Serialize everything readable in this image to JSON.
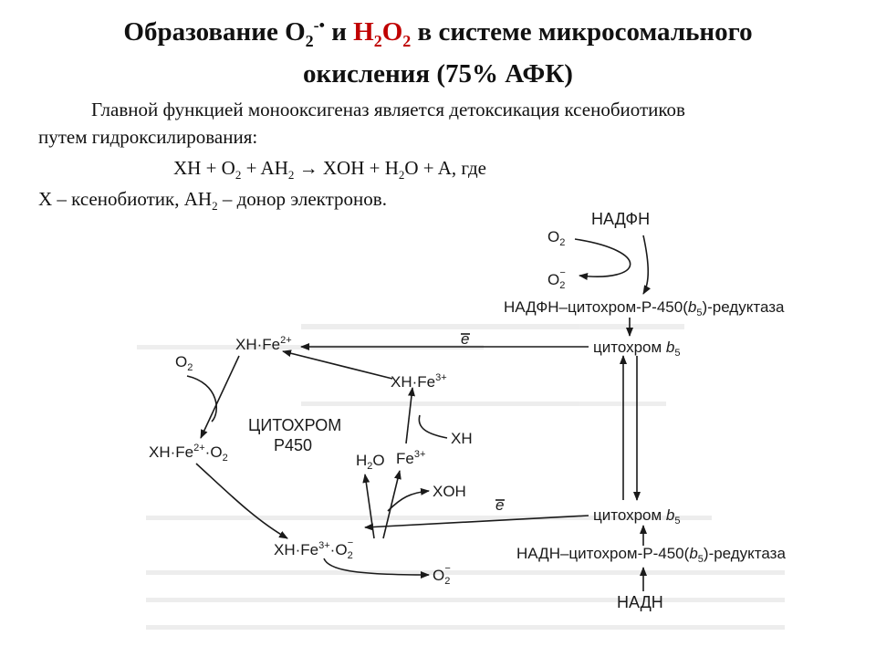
{
  "slide": {
    "title": {
      "part1": "Образование O",
      "o2_sub": "2",
      "o2_sup": "-•",
      "part2": " и ",
      "h2o2_h": "H",
      "h2o2_sub1": "2",
      "h2o2_o": "O",
      "h2o2_sub2": "2",
      "part3": " в  системе микросомального",
      "line2": "окисления (75% АФК)"
    },
    "intro": {
      "line1": "Главной функцией монооксигеназ является детоксикация ксенобиотиков",
      "line2": "путем гидроксилирования:"
    },
    "equation": {
      "p1": "XH + O",
      "s1": "2",
      "p2": " + AH",
      "s2": "2",
      "p3": " → XOH + H",
      "s3": "2",
      "p4": "O + A, где"
    },
    "legend_line": {
      "p1": "X – ксенобиотик, AH",
      "s1": "2",
      "p2": " – донор электронов."
    }
  },
  "diagram": {
    "nadph": "НАДФН",
    "o2_top": "O",
    "o2_top_sub": "2",
    "o2_super_top": "O",
    "o2_super_top_sub": "2",
    "o2_super_top_sup": "−",
    "nadph_reductase": "НАДФН–цитохром-Р-450(",
    "nadph_reductase_b": "b",
    "nadph_reductase_b_sub": "5",
    "nadph_reductase_end": ")-редуктаза",
    "cyt_b5_top": "цитохром ",
    "cyt_b5_top_b": "b",
    "cyt_b5_top_sub": "5",
    "electron_top": "e",
    "xh_fe2": "XH·Fe",
    "xh_fe2_sup": "2+",
    "o2_left": "O",
    "o2_left_sub": "2",
    "xh_fe3": "XH·Fe",
    "xh_fe3_sup": "3+",
    "cyt_p450_line1": "ЦИТОХРОМ",
    "cyt_p450_line2": "P450",
    "xh": "XH",
    "xh_fe2_o2": "XH·Fe",
    "xh_fe2_o2_sup": "2+",
    "xh_fe2_o2_tail": "·O",
    "xh_fe2_o2_sub": "2",
    "h2o": "H",
    "h2o_sub": "2",
    "h2o_tail": "O",
    "fe3": "Fe",
    "fe3_sup": "3+",
    "xoh": "XOH",
    "electron_bottom": "e",
    "cyt_b5_bottom": "цитохром ",
    "cyt_b5_bottom_b": "b",
    "cyt_b5_bottom_sub": "5",
    "xh_fe3_o2": "XH·Fe",
    "xh_fe3_o2_sup": "3+",
    "xh_fe3_o2_tail": "·O",
    "xh_fe3_o2_sub": "2",
    "xh_fe3_o2_sup2": "−",
    "nadh_reductase": "НАДН–цитохром-Р-450(",
    "nadh_reductase_b": "b",
    "nadh_reductase_b_sub": "5",
    "nadh_reductase_end": ")-редуктаза",
    "o2_super_bottom": "O",
    "o2_super_bottom_sub": "2",
    "o2_super_bottom_sup": "−",
    "nadh": "НАДН"
  },
  "colors": {
    "accent": "#c00000",
    "ink": "#1a1a1a"
  }
}
